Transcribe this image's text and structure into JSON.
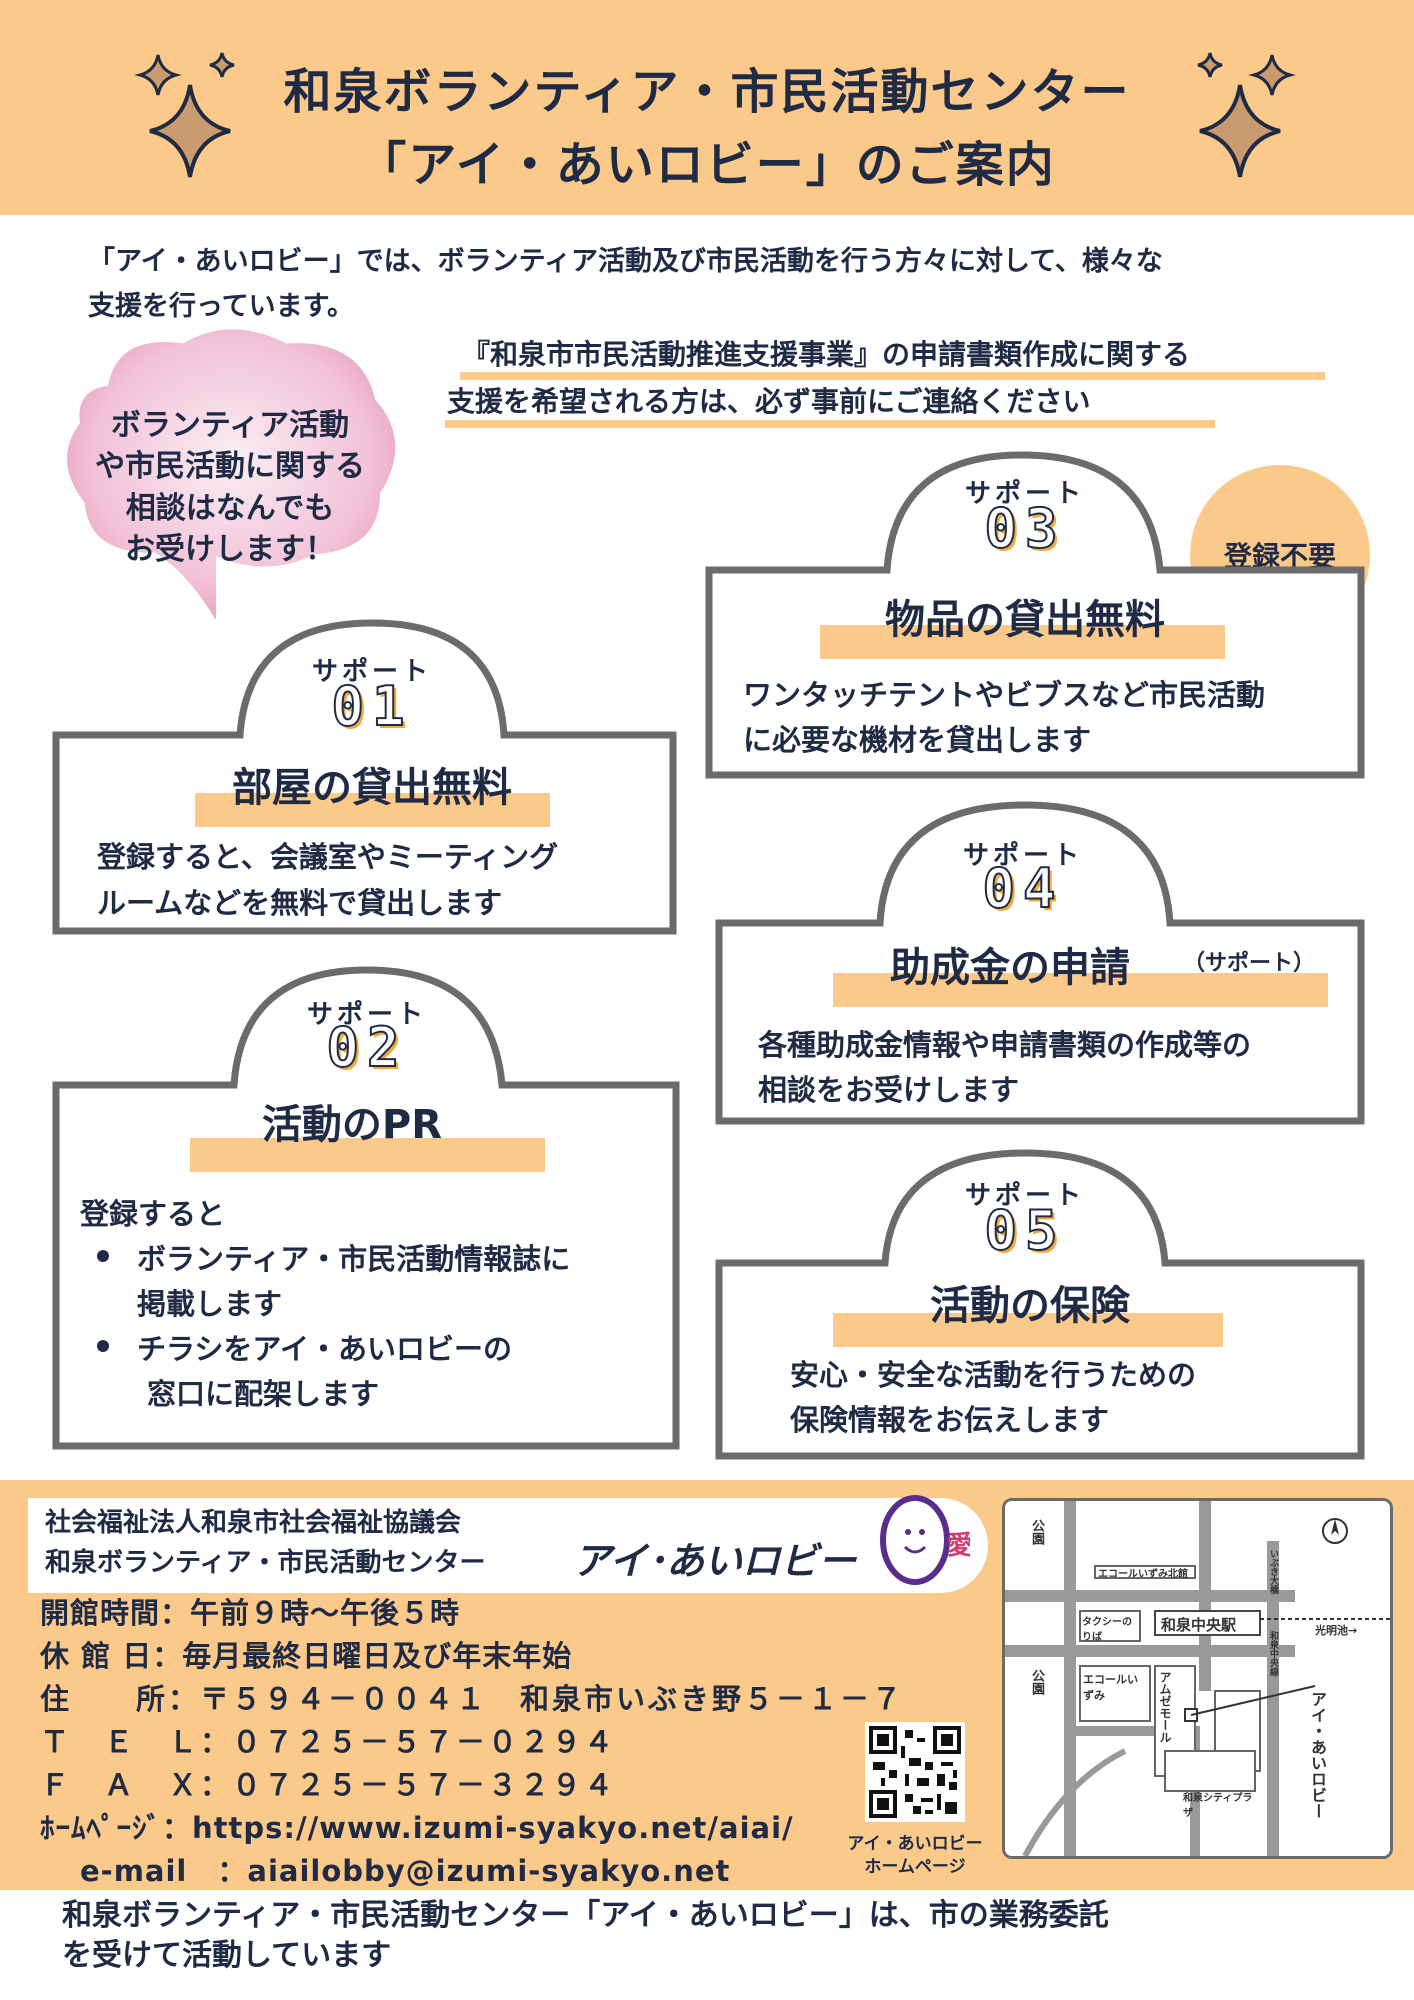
{
  "header": {
    "title_line1": "和泉ボランティア・市民活動センター",
    "title_line2": "「アイ・あいロビー」のご案内"
  },
  "intro": {
    "line1": "「アイ・あいロビー」では、ボランティア活動及び市民活動を行う方々に対して、様々な",
    "line2": "支援を行っています。"
  },
  "notice": {
    "line1": "『和泉市市民活動推進支援事業』の申請書類作成に関する",
    "line2": "支援を希望される方は、必ず事前にご連絡ください"
  },
  "bubble": {
    "line1": "ボランティア活動",
    "line2": "や市民活動に関する",
    "line3": "相談はなんでも",
    "line4": "お受けします！"
  },
  "badge": {
    "label": "登録不要"
  },
  "supports": [
    {
      "sup_label": "サポート",
      "number": "01",
      "title": "部屋の貸出無料",
      "desc1": "登録すると、会議室やミーティング",
      "desc2": "ルームなどを無料で貸出します"
    },
    {
      "sup_label": "サポート",
      "number": "02",
      "title": "活動のPR",
      "desc_intro": "登録すると",
      "bullet1_line1": "ボランティア・市民活動情報誌に",
      "bullet1_line2": "掲載します",
      "bullet2_line1": "チラシをアイ・あいロビーの",
      "bullet2_line2": "窓口に配架します"
    },
    {
      "sup_label": "サポート",
      "number": "03",
      "title": "物品の貸出無料",
      "desc1": "ワンタッチテントやビブスなど市民活動",
      "desc2": "に必要な機材を貸出します"
    },
    {
      "sup_label": "サポート",
      "number": "04",
      "title": "助成金の申請",
      "title_suffix": "（サポート）",
      "desc1": "各種助成金情報や申請書類の作成等の",
      "desc2": "相談をお受けします"
    },
    {
      "sup_label": "サポート",
      "number": "05",
      "title": "活動の保険",
      "desc1": "安心・安全な活動を行うための",
      "desc2": "保険情報をお伝えします"
    }
  ],
  "footer": {
    "org_line1": "社会福祉法人和泉市社会福祉協議会",
    "org_line2": "和泉ボランティア・市民活動センター",
    "org_name": "アイ･あいロビー",
    "logo_char": "愛",
    "hours": "開館時間：午前９時～午後５時",
    "closed": "休 館 日：毎月最終日曜日及び年末年始",
    "address": "住　　所：〒５９４－００４１　和泉市いぶき野５－１－７",
    "tel": "Ｔ　Ｅ　Ｌ：０７２５－５７－０２９４",
    "fax": "Ｆ　Ａ　Ｘ：０７２５－５７－３２９４",
    "homepage": "ﾎｰﾑﾍﾟｰｼﾞ：https://www.izumi-syakyo.net/aiai/",
    "email": "e-mail　：aiailobby@izumi-syakyo.net",
    "qr_caption1": "アイ・あいロビー",
    "qr_caption2": "ホームページ"
  },
  "map": {
    "park1": "公園",
    "park2": "公園",
    "ecole_north": "エコールいずみ北館",
    "taxi": "タクシーのりば",
    "station": "和泉中央駅",
    "komyoike": "光明池→",
    "ecole": "エコールいずみ",
    "amuse": "アムゼモール",
    "city_plaza": "和泉シティプラザ",
    "road1": "いぶき大橋",
    "road2": "和泉中央線",
    "aiai": "アイ・あいロビー"
  },
  "bottom": {
    "line1": "和泉ボランティア・市民活動センター「アイ・あいロビー」は、市の業務委託",
    "line2": "を受けて活動しています"
  },
  "colors": {
    "accent": "#fbc98a",
    "navy": "#1f2a44",
    "border": "#6b6b6b",
    "pink": "#eaa4c0"
  }
}
